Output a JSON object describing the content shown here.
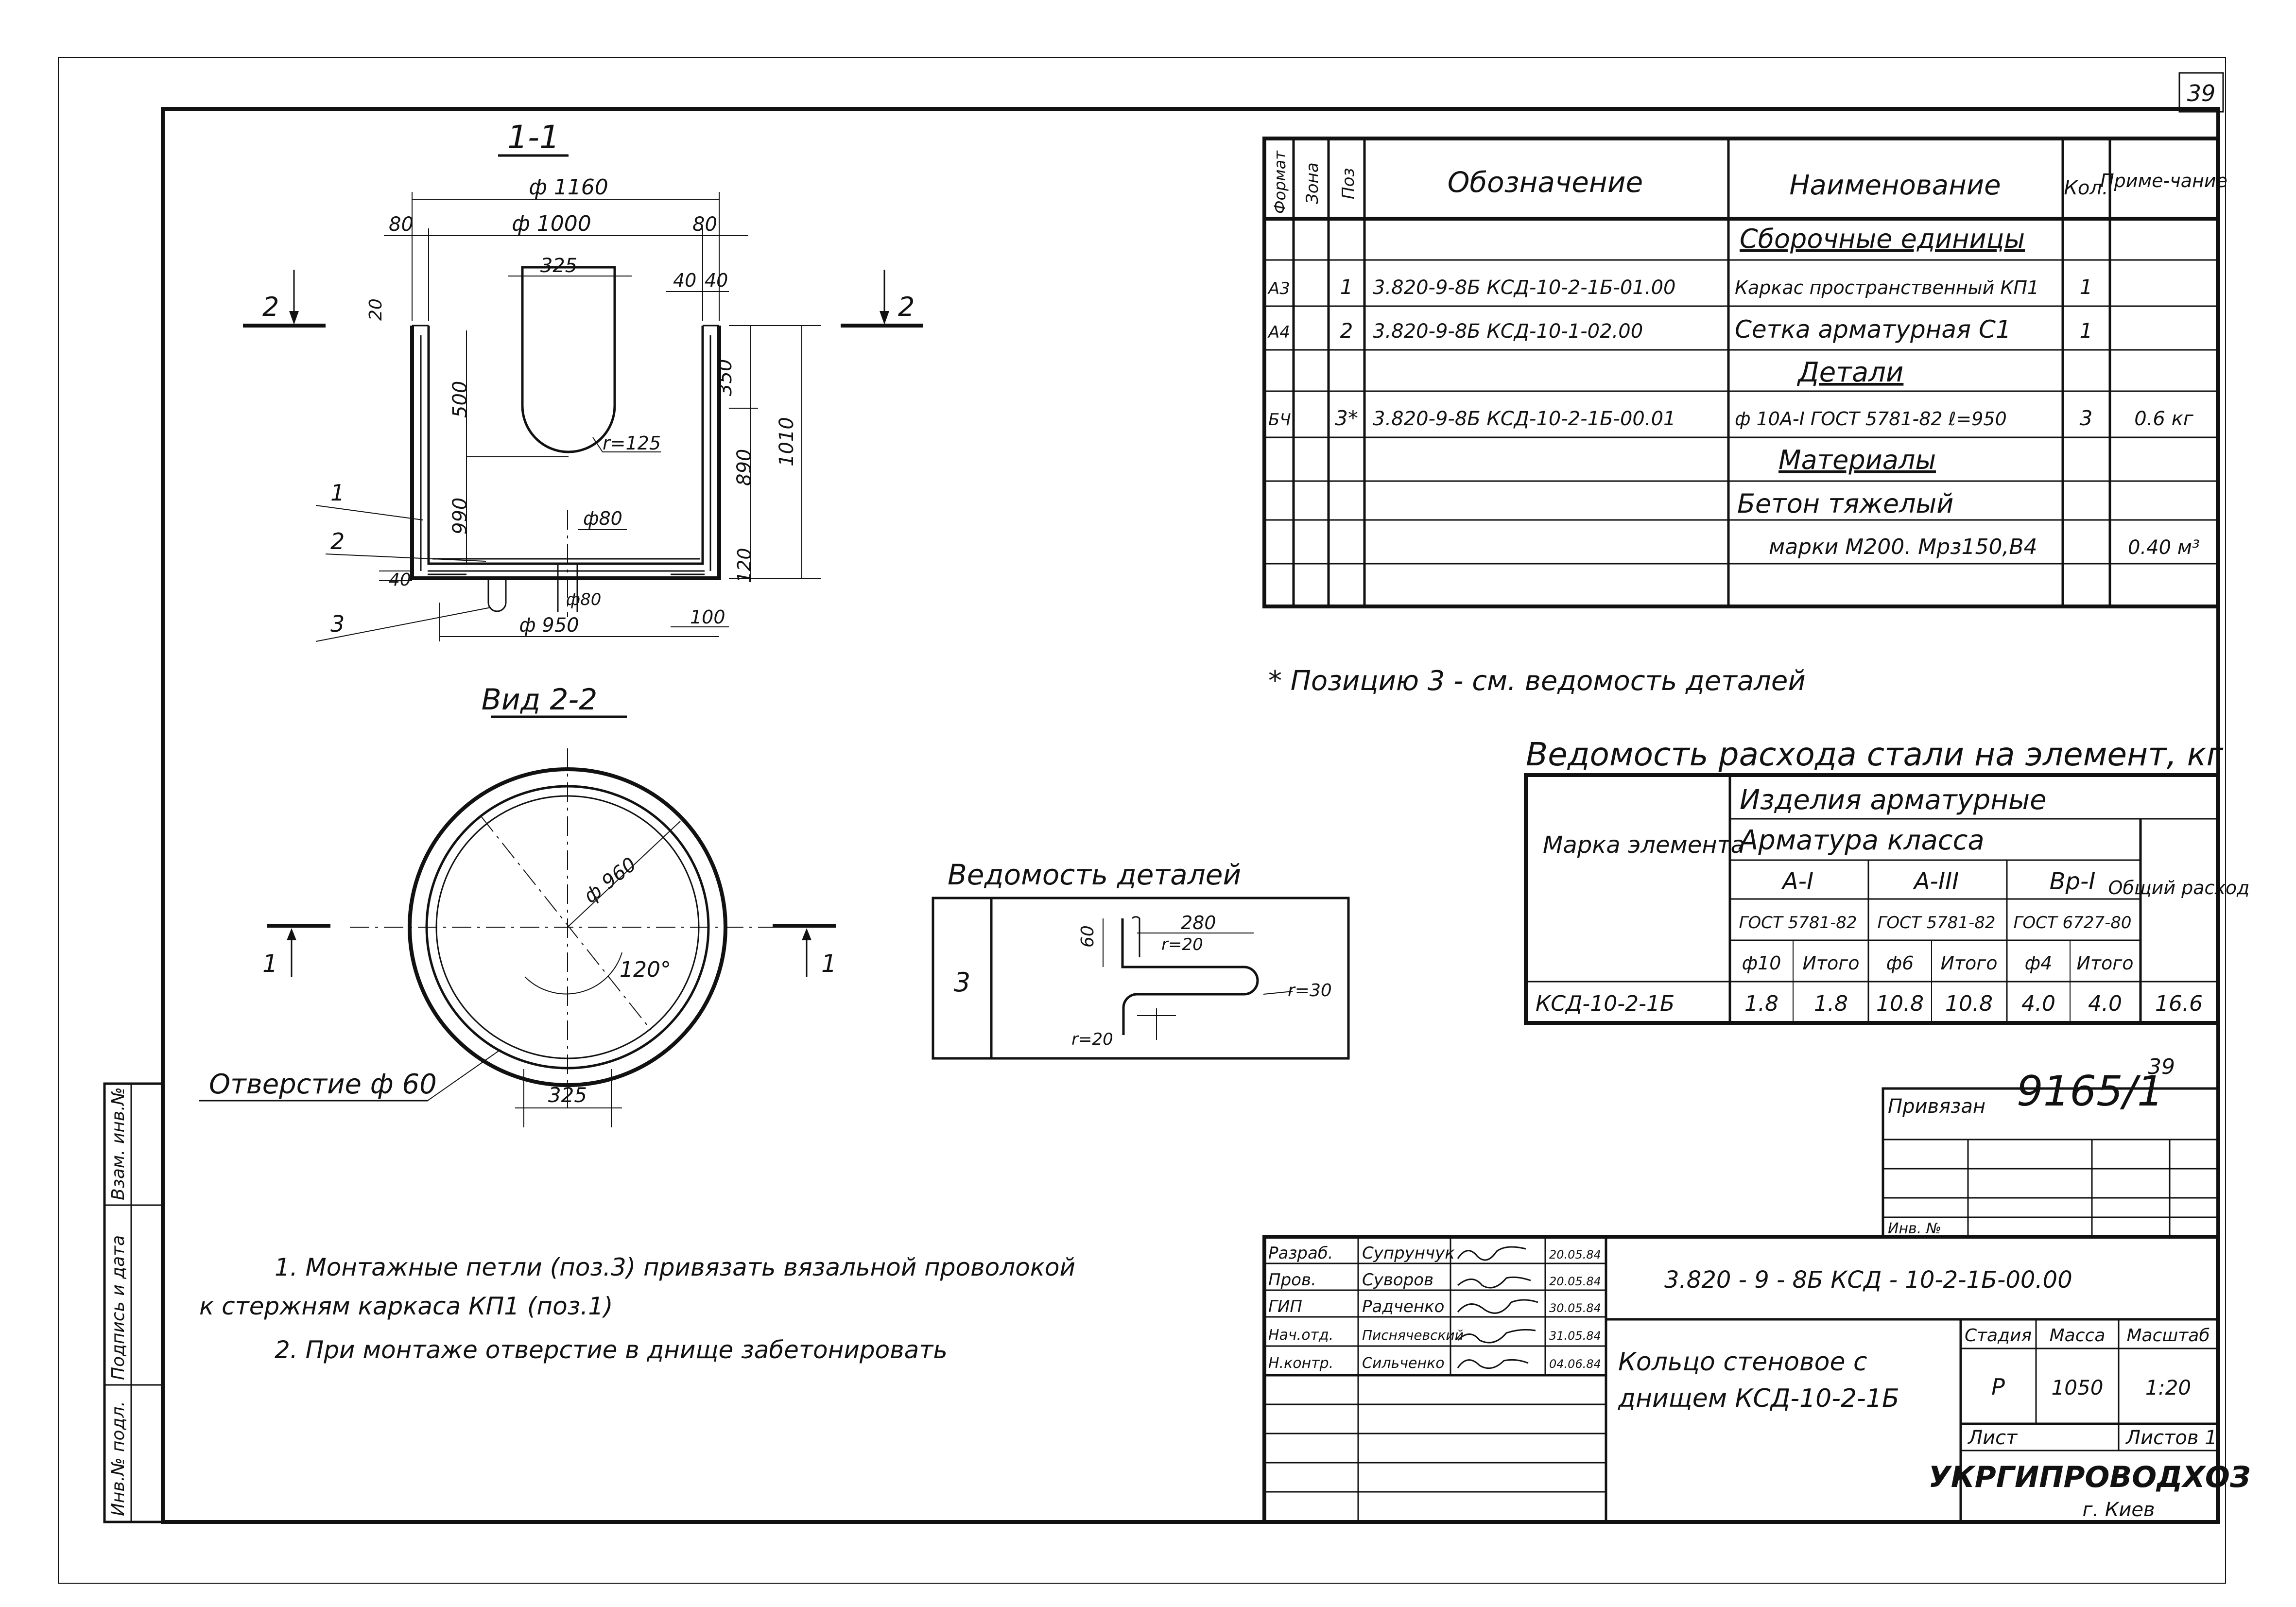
{
  "sheet": {
    "number": "39",
    "doc_number": "9165/1",
    "doc_sup": "39"
  },
  "section": {
    "title": "1-1",
    "cut_mark": "2",
    "dims": {
      "d_outer": "ф 1160",
      "d_inner": "ф 1000",
      "left_wall": "80",
      "right_wall": "80",
      "slot_w": "325",
      "d40a": "40",
      "d40b": "40",
      "top20": "20",
      "h500": "500",
      "h990": "990",
      "h350": "350",
      "h890": "890",
      "h1010": "1010",
      "h120": "120",
      "r125": "r=125",
      "d80": "ф80",
      "d80b": "ф80",
      "d950": "ф 950",
      "w100": "100",
      "s40": "40"
    },
    "leaders": [
      "1",
      "2",
      "3"
    ]
  },
  "view": {
    "title": "Вид 2-2",
    "cut_mark": "1",
    "d960": "ф 960",
    "angle": "120°",
    "w325": "325",
    "hole_note": "Отверстие ф 60"
  },
  "spec": {
    "headers": [
      "Формат",
      "Зона",
      "Поз",
      "Обозначение",
      "Наименование",
      "Кол.",
      "Приме-чание"
    ],
    "rows": [
      {
        "fmt": "",
        "zone": "",
        "pos": "",
        "code": "",
        "name": "Сборочные единицы",
        "qty": "",
        "note": ""
      },
      {
        "fmt": "А3",
        "zone": "",
        "pos": "1",
        "code": "3.820-9-8Б КСД-10-2-1Б-01.00",
        "name": "Каркас пространственный КП1",
        "qty": "1",
        "note": ""
      },
      {
        "fmt": "А4",
        "zone": "",
        "pos": "2",
        "code": "3.820-9-8Б КСД-10-1-02.00",
        "name": "Сетка арматурная С1",
        "qty": "1",
        "note": ""
      },
      {
        "fmt": "",
        "zone": "",
        "pos": "",
        "code": "",
        "name": "Детали",
        "qty": "",
        "note": ""
      },
      {
        "fmt": "БЧ",
        "zone": "",
        "pos": "3*",
        "code": "3.820-9-8Б КСД-10-2-1Б-00.01",
        "name": "ф 10А-I ГОСТ 5781-82 ℓ=950",
        "qty": "3",
        "note": "0.6 кг"
      },
      {
        "fmt": "",
        "zone": "",
        "pos": "",
        "code": "",
        "name": "Материалы",
        "qty": "",
        "note": ""
      },
      {
        "fmt": "",
        "zone": "",
        "pos": "",
        "code": "",
        "name": "Бетон тяжелый",
        "qty": "",
        "note": ""
      },
      {
        "fmt": "",
        "zone": "",
        "pos": "",
        "code": "",
        "name": "марки М200. Мрз150,В4",
        "qty": "",
        "note": "0.40 м³"
      },
      {
        "fmt": "",
        "zone": "",
        "pos": "",
        "code": "",
        "name": "",
        "qty": "",
        "note": ""
      }
    ],
    "footnote": "* Позицию 3 - см. ведомость деталей"
  },
  "steel": {
    "title": "Ведомость расхода стали на элемент, кг",
    "mark_header": "Марка элемента",
    "group": "Изделия арматурные",
    "sub": "Арматура класса",
    "classes": [
      "А-I",
      "А-III",
      "Вр-I"
    ],
    "gosts": [
      "ГОСТ 5781-82",
      "ГОСТ 5781-82",
      "ГОСТ 6727-80"
    ],
    "cols": [
      "ф10",
      "Итого",
      "ф6",
      "Итого",
      "ф4",
      "Итого"
    ],
    "total_header": "Общий расход",
    "row": {
      "mark": "КСД-10-2-1Б",
      "values": [
        "1.8",
        "1.8",
        "10.8",
        "10.8",
        "4.0",
        "4.0"
      ],
      "total": "16.6"
    }
  },
  "details": {
    "title": "Ведомость деталей",
    "pos": "3",
    "dims": {
      "l280": "280",
      "h60": "60",
      "r20a": "r=20",
      "r30": "r=30",
      "r20b": "r=20"
    }
  },
  "notes": [
    "1. Монтажные петли (поз.3) привязать вязальной проволокой",
    "к стержням каркаса КП1 (поз.1)",
    "2. При монтаже отверстие в днище забетонировать"
  ],
  "binding": {
    "label": "Привязан",
    "inv": "Инв. №"
  },
  "title_block": {
    "code": "3.820 - 9 - 8Б КСД - 10-2-1Б-00.00",
    "name1": "Кольцо стеновое с",
    "name2": "днищем КСД-10-2-1Б",
    "roles": [
      {
        "role": "Разраб.",
        "name": "Супрунчук",
        "date": "20.05.84"
      },
      {
        "role": "Пров.",
        "name": "Суворов",
        "date": "20.05.84"
      },
      {
        "role": "ГИП",
        "name": "Радченко",
        "date": "30.05.84"
      },
      {
        "role": "Нач.отд.",
        "name": "Писнячевский",
        "date": "31.05.84"
      },
      {
        "role": "Н.контр.",
        "name": "Сильченко",
        "date": "04.06.84"
      }
    ],
    "stage_h": "Стадия",
    "mass_h": "Масса",
    "scale_h": "Масштаб",
    "stage": "Р",
    "mass": "1050",
    "scale": "1:20",
    "sheet_h": "Лист",
    "sheets_h": "Листов 1",
    "org": "УКРГИПРОВОДХОЗ",
    "city": "г. Киев"
  },
  "side_stamp": [
    "Инв.№ подл.",
    "Подпись и дата",
    "Взам. инв.№"
  ]
}
